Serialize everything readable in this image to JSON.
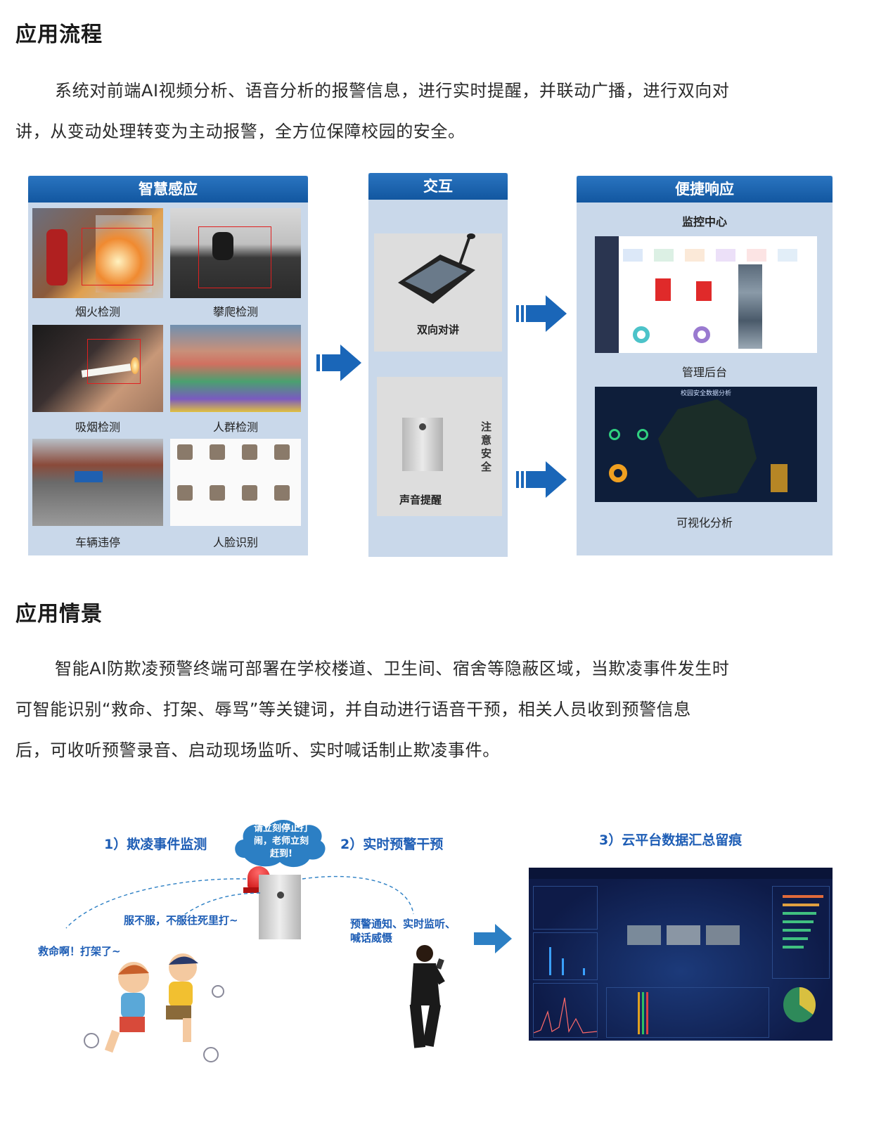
{
  "section1": {
    "title": "应用流程",
    "para_lines": [
      "系统对前端AI视频分析、语音分析的报警信息，进行实时提醒，并联动广播，进行双向对",
      "讲，从变动处理转变为主动报警，全方位保障校园的安全。"
    ]
  },
  "panel_sense": {
    "title": "智慧感应",
    "items": [
      "烟火检测",
      "攀爬检测",
      "吸烟检测",
      "人群检测",
      "车辆违停",
      "人脸识别"
    ]
  },
  "panel_interact": {
    "title": "交互",
    "intercom": "双向对讲",
    "sound": "声音提醒",
    "device_text": "注意安全"
  },
  "panel_response": {
    "title": "便捷响应",
    "monitor": "监控中心",
    "admin": "管理后台",
    "visual": "可视化分析",
    "visual_screen_title": "校园安全数据分析"
  },
  "section2": {
    "title": "应用情景",
    "para_lines": [
      "智能AI防欺凌预警终端可部署在学校楼道、卫生间、宿舍等隐蔽区域，当欺凌事件发生时",
      "可智能识别“救命、打架、辱骂”等关键词，并自动进行语音干预，相关人员收到预警信息",
      "后，可收听预警录音、启动现场监听、实时喊话制止欺凌事件。"
    ]
  },
  "scenario": {
    "step1": "1）欺凌事件监测",
    "step2": "2）实时预警干预",
    "step3": "3）云平台数据汇总留痕",
    "bubble": [
      "请立刻停止打",
      "闹，老师立刻",
      "赶到!"
    ],
    "quote_fight": "服不服，不服往死里打~",
    "quote_help": "救命啊！打架了~",
    "notify": [
      "预警通知、实时监听、",
      "喊话威慑"
    ]
  },
  "colors": {
    "accent_blue": "#1257a0",
    "panel_bg": "#c9d8ea",
    "dashboard_bg": "#14245a",
    "alarm_red": "#e02020"
  }
}
